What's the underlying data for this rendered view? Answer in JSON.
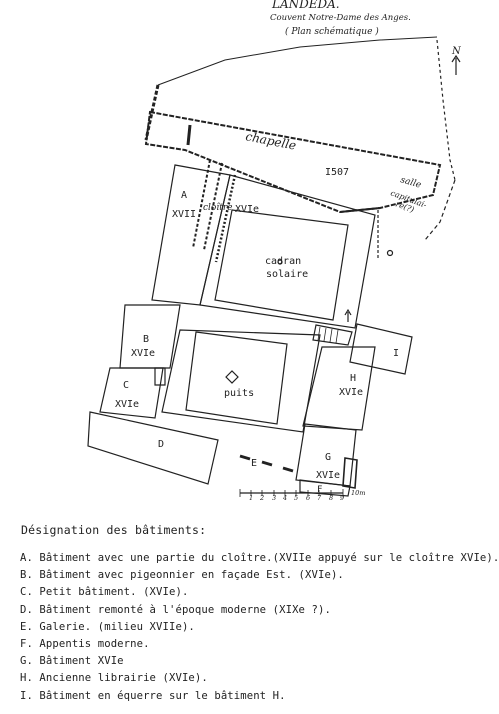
{
  "plan": {
    "title": "LANDEDA.",
    "subtitle_line1": "Couvent Notre-Dame des Anges.",
    "subtitle_line2": "( Plan schématique )",
    "north_label": "N",
    "labels": {
      "A": "A",
      "A_century": "XVII",
      "cloitre": "cloître",
      "cloitre_century": "XVIe",
      "chapelle": "chapelle",
      "chapelle_year": "I507",
      "salle_line1": "salle",
      "salle_line2": "capitulai-",
      "salle_line3": "re(?)",
      "cadran_line1": "cadran",
      "cadran_line2": "solaire",
      "B": "B",
      "B_century": "XVIe",
      "C": "C",
      "C_century": "XVIe",
      "D": "D",
      "E": "E",
      "F": "F",
      "G": "G",
      "G_century": "XVIe",
      "H": "H",
      "H_century": "XVIe",
      "I": "I",
      "puits": "puits"
    },
    "scale_bar": {
      "ticks": [
        "1",
        "2",
        "3",
        "4",
        "5",
        "6",
        "7",
        "8",
        "9"
      ],
      "unit": "10m"
    }
  },
  "legend": {
    "heading": "Désignation des bâtiments:",
    "items": [
      "A. Bâtiment avec une partie du cloître.(XVIIe appuyé sur le cloître XVIe).",
      "B. Bâtiment avec pigeonnier en façade Est. (XVIe).",
      "C. Petit bâtiment. (XVIe).",
      "D. Bâtiment remonté à l'époque moderne (XIXe ?).",
      "E. Galerie. (milieu XVIIe).",
      "F. Appentis moderne.",
      "G. Bâtiment XVIe",
      "H. Ancienne librairie (XVIe).",
      "I. Bâtiment en équerre sur le bâtiment H."
    ]
  }
}
